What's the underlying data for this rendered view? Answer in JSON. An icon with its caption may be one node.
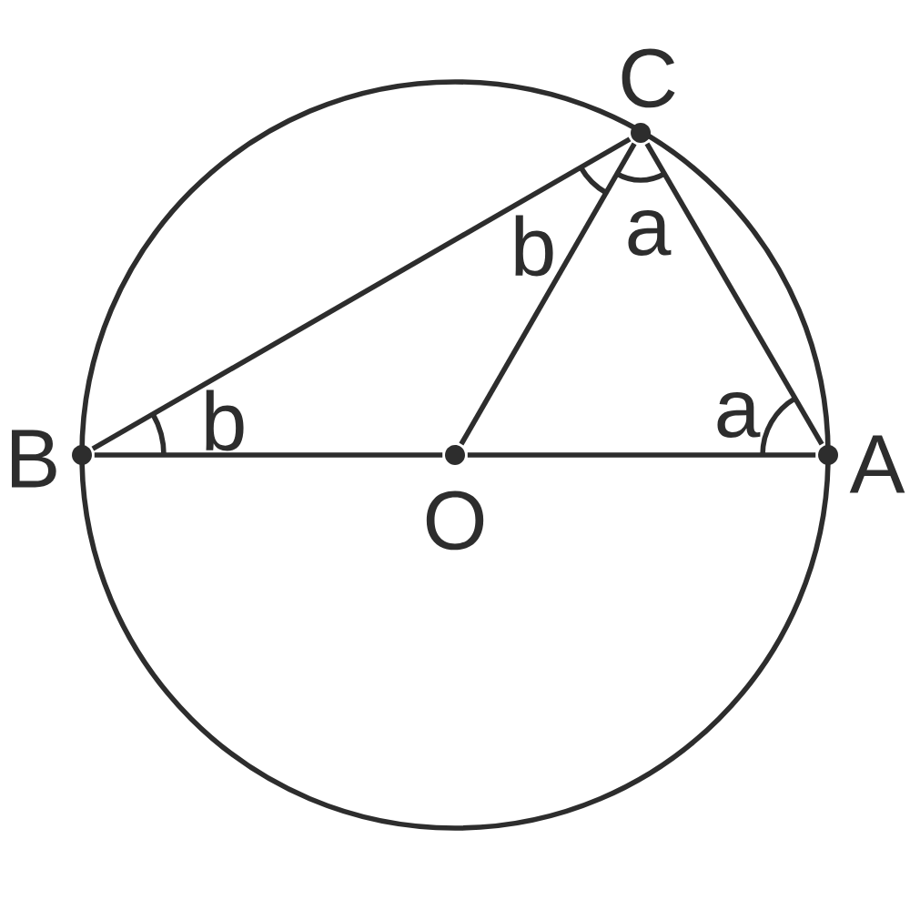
{
  "diagram": {
    "nodes": [
      {
        "text": [],
        "shape": "circle",
        "beside": [
          "C"
        ]
      },
      {
        "text": [],
        "shape": "circle",
        "beside": [
          "B"
        ]
      },
      {
        "text": [],
        "shape": "circle",
        "beside": [
          "O"
        ]
      },
      {
        "text": [],
        "shape": "circle",
        "beside": [
          "A"
        ]
      }
    ],
    "edges": [
      {
        "from": 1,
        "to": 0,
        "arrow": "none"
      },
      {
        "from": 0,
        "to": 3,
        "arrow": "none"
      },
      {
        "from": 2,
        "to": 0,
        "arrow": "none"
      },
      {
        "from": 1,
        "to": 2,
        "arrow": "none"
      },
      {
        "from": 2,
        "to": 3,
        "arrow": "none"
      }
    ],
    "labels": [
      "b",
      "a",
      "b",
      "a"
    ]
  }
}
